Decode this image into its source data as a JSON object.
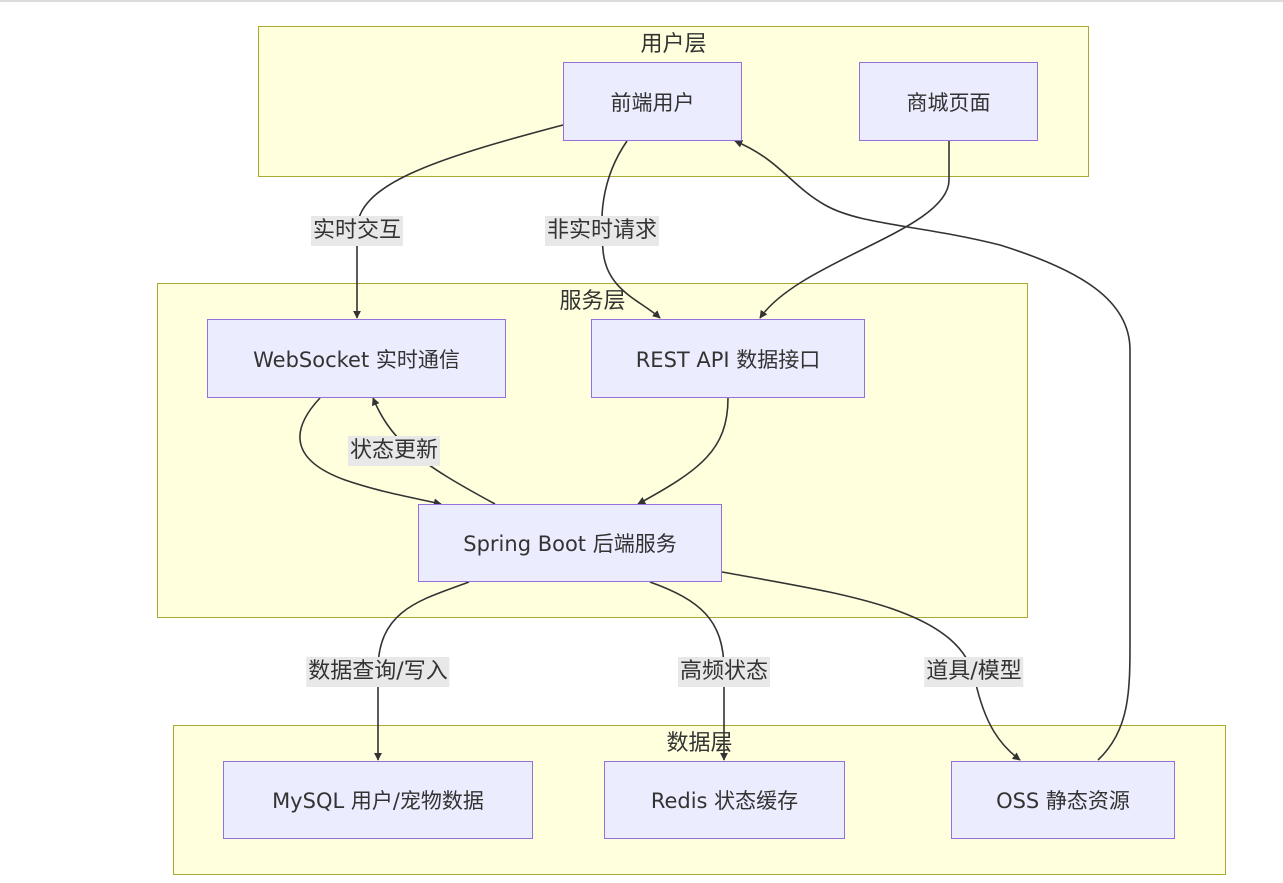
{
  "diagram": {
    "layers": {
      "user": {
        "title": "用户层"
      },
      "service": {
        "title": "服务层"
      },
      "data": {
        "title": "数据层"
      }
    },
    "nodes": {
      "frontend_user": "前端用户",
      "mall_page": "商城页面",
      "websocket": "WebSocket 实时通信",
      "rest_api": "REST API 数据接口",
      "spring_boot": "Spring Boot 后端服务",
      "mysql": "MySQL 用户/宠物数据",
      "redis": "Redis 状态缓存",
      "oss": "OSS 静态资源"
    },
    "edge_labels": {
      "realtime": "实时交互",
      "non_realtime": "非实时请求",
      "status_update": "状态更新",
      "db_query": "数据查询/写入",
      "high_freq": "高频状态",
      "props_models": "道具/模型"
    },
    "colors": {
      "layer_fill": "#ffffde",
      "layer_border": "#aaaa33",
      "node_fill": "#ececff",
      "node_border": "#9370db",
      "edge_stroke": "#333333",
      "label_bg": "#e8e8e8"
    }
  }
}
